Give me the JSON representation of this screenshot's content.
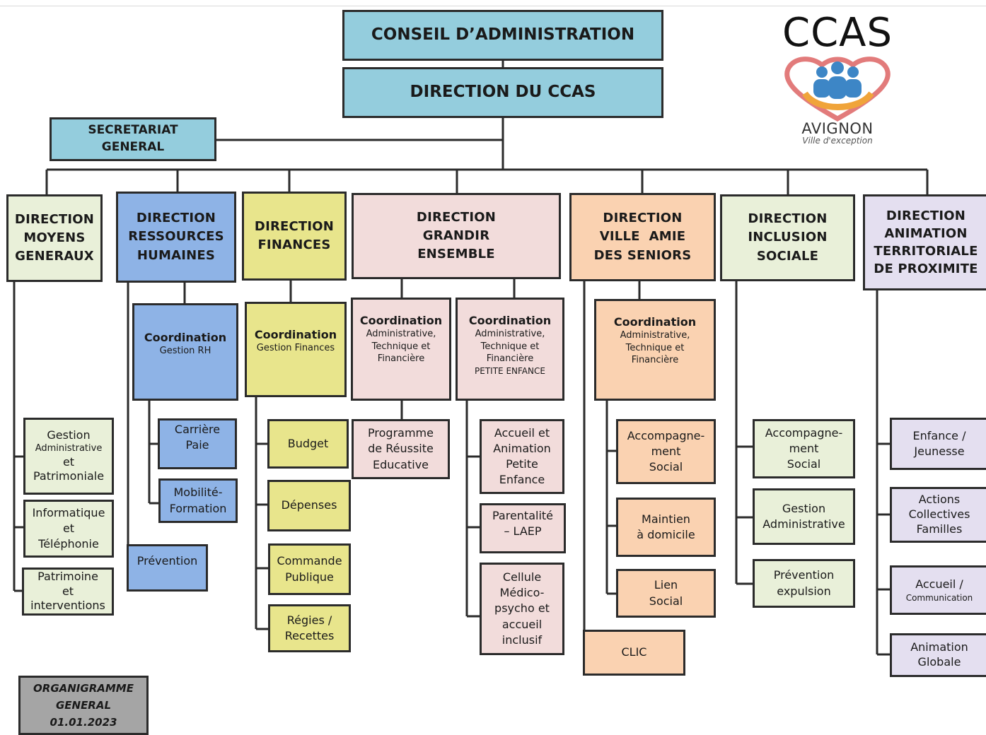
{
  "logo": {
    "title": "CCAS",
    "city": "AVIGNON",
    "tagline": "Ville d'exception"
  },
  "top": {
    "conseil": "CONSEIL D’ADMINISTRATION",
    "direction": "DIRECTION DU CCAS",
    "secretariat": [
      "SECRETARIAT",
      "GENERAL"
    ]
  },
  "directions": {
    "moyens": [
      "DIRECTION",
      "MOYENS",
      "GENERAUX"
    ],
    "rh": [
      "DIRECTION",
      "RESSOURCES",
      "HUMAINES"
    ],
    "finances": [
      "DIRECTION",
      "FINANCES"
    ],
    "grandir": [
      "DIRECTION",
      "GRANDIR",
      "ENSEMBLE"
    ],
    "seniors": [
      "DIRECTION",
      "VILLE  AMIE",
      "DES SENIORS"
    ],
    "inclusion": [
      "DIRECTION",
      "INCLUSION",
      "SOCIALE"
    ],
    "animation": [
      "DIRECTION",
      "ANIMATION",
      "TERRITORIALE",
      "DE PROXIMITE"
    ]
  },
  "coordinations": {
    "rh": {
      "title": "Coordination",
      "lines": [
        "Gestion RH"
      ]
    },
    "finances": {
      "title": "Coordination",
      "lines": [
        "Gestion Finances"
      ]
    },
    "grandir1": {
      "title": "Coordination",
      "lines": [
        "Administrative,",
        "Technique et",
        "Financière"
      ]
    },
    "grandir2": {
      "title": "Coordination",
      "lines": [
        "Administrative,",
        "Technique et",
        "Financière",
        "PETITE ENFANCE"
      ]
    },
    "seniors": {
      "title": "Coordination",
      "lines": [
        "Administrative,",
        "Technique et",
        "Financière"
      ]
    }
  },
  "services": {
    "moyens": [
      [
        "Gestion",
        "Administrative",
        "et",
        "Patrimoniale"
      ],
      [
        "Informatique",
        "et",
        "Téléphonie"
      ],
      [
        "Patrimoine",
        "et",
        "interventions"
      ]
    ],
    "rh": [
      [
        "Carrière",
        "Paie"
      ],
      [
        "Mobilité-",
        "Formation"
      ]
    ],
    "prevention": [
      "Prévention"
    ],
    "finances": [
      [
        "Budget"
      ],
      [
        "Dépenses"
      ],
      [
        "Commande",
        "Publique"
      ],
      [
        "Régies /",
        "Recettes"
      ]
    ],
    "grandir1": [
      [
        "Programme",
        "de Réussite",
        "Educative"
      ]
    ],
    "grandir2": [
      [
        "Accueil et",
        "Animation",
        "Petite",
        "Enfance"
      ],
      [
        "Parentalité",
        "– LAEP"
      ],
      [
        "Cellule",
        "Médico-",
        "psycho et",
        "accueil",
        "inclusif"
      ]
    ],
    "seniors": [
      [
        "Accompagne-",
        "ment",
        "Social"
      ],
      [
        "Maintien",
        "à domicile"
      ],
      [
        "Lien",
        "Social"
      ]
    ],
    "clic": [
      "CLIC"
    ],
    "inclusion": [
      [
        "Accompagne-",
        "ment",
        "Social"
      ],
      [
        "Gestion",
        "Administrative"
      ],
      [
        "Prévention",
        "expulsion"
      ]
    ],
    "animation": [
      [
        "Enfance /",
        "Jeunesse"
      ],
      [
        "Actions",
        "Collectives",
        "Familles"
      ],
      [
        "Accueil /",
        "Communication"
      ],
      [
        "Animation",
        "Globale"
      ]
    ]
  },
  "footer": [
    "ORGANIGRAMME",
    "GENERAL",
    "01.01.2023"
  ],
  "colors": {
    "blue_top": "#94cddd",
    "green": "#e9f0d9",
    "blue": "#8eb3e6",
    "yellow": "#e8e58c",
    "pink": "#f2dcdb",
    "orange": "#fad2b1",
    "lavender": "#e4dff0",
    "grey": "#a5a5a5",
    "line": "#2b2b2b"
  }
}
